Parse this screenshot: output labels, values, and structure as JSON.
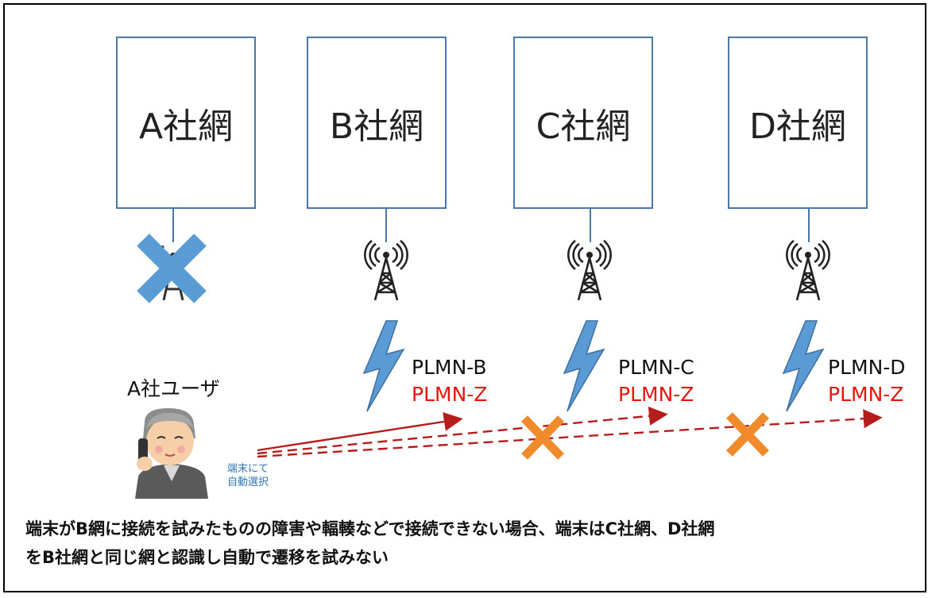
{
  "networks": [
    {
      "label": "A社網",
      "status": "down"
    },
    {
      "label": "B社網",
      "plmn_primary": "PLMN-B",
      "plmn_shared": "PLMN-Z"
    },
    {
      "label": "C社網",
      "plmn_primary": "PLMN-C",
      "plmn_shared": "PLMN-Z"
    },
    {
      "label": "D社網",
      "plmn_primary": "PLMN-D",
      "plmn_shared": "PLMN-Z"
    }
  ],
  "user": {
    "label": "A社ユーザ",
    "note_line1": "端末にて",
    "note_line2": "自動選択"
  },
  "caption": {
    "line1": "端末がB網に接続を試みたものの障害や輻輳などで接続できない場合、端末はC社網、D社網",
    "line2": "をB社網と同じ網と認識し自動で遷移を試みない"
  },
  "colors": {
    "box_border": "#4a76a8",
    "bolt": "#5b9bd5",
    "cross_blue": "#5b9bd5",
    "cross_orange": "#f08a2a",
    "arrow": "#b71c1c",
    "plmn_shared": "#e8140c",
    "note": "#2e75b6"
  },
  "icons": [
    "antenna-tower-icon",
    "lightning-bolt-icon",
    "cross-icon",
    "phone-user-icon"
  ]
}
